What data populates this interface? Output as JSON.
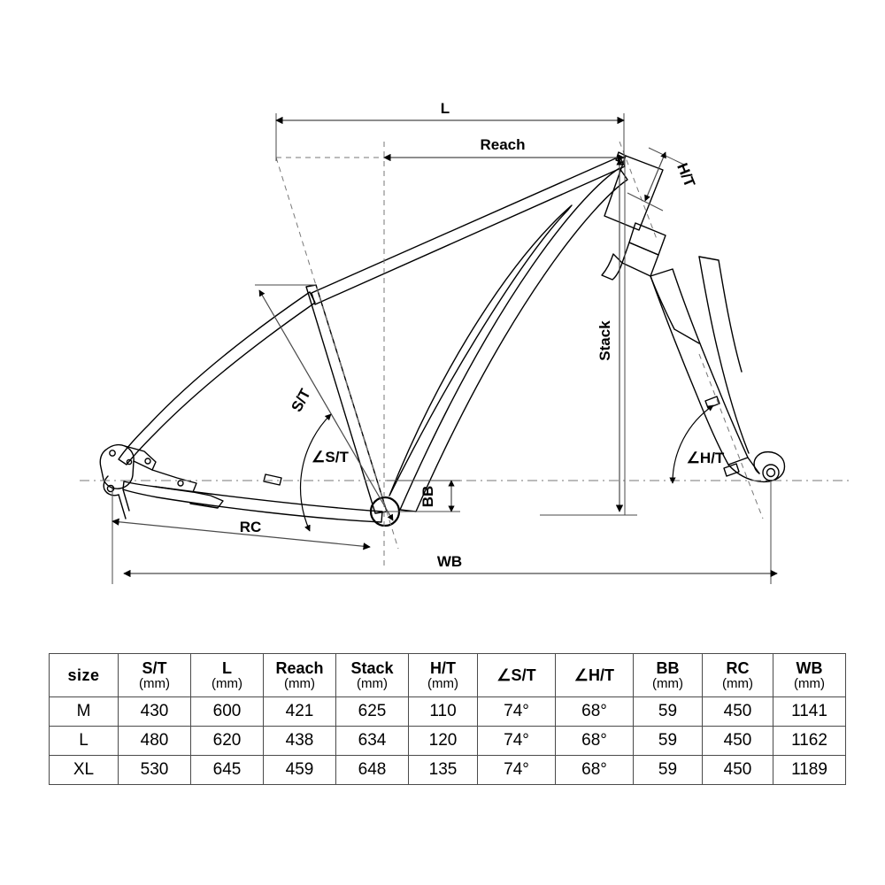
{
  "diagram": {
    "title": "bike-frame-geometry",
    "labels": {
      "l": "L",
      "reach": "Reach",
      "ht": "H/T",
      "stack": "Stack",
      "st": "S/T",
      "angle_st": "∠S/T",
      "angle_ht": "∠H/T",
      "bb": "BB",
      "rc": "RC",
      "wb": "WB"
    },
    "colors": {
      "line": "#000000",
      "dim_line": "#4a4a4a",
      "dashed": "#777777",
      "background": "#ffffff"
    }
  },
  "table": {
    "columns": [
      {
        "key": "size",
        "label": "size",
        "unit": ""
      },
      {
        "key": "st",
        "label": "S/T",
        "unit": "(mm)"
      },
      {
        "key": "l",
        "label": "L",
        "unit": "(mm)"
      },
      {
        "key": "reach",
        "label": "Reach",
        "unit": "(mm)"
      },
      {
        "key": "stack",
        "label": "Stack",
        "unit": "(mm)"
      },
      {
        "key": "ht",
        "label": "H/T",
        "unit": "(mm)"
      },
      {
        "key": "ast",
        "label": "∠S/T",
        "unit": ""
      },
      {
        "key": "aht",
        "label": "∠H/T",
        "unit": ""
      },
      {
        "key": "bb",
        "label": "BB",
        "unit": "(mm)"
      },
      {
        "key": "rc",
        "label": "RC",
        "unit": "(mm)"
      },
      {
        "key": "wb",
        "label": "WB",
        "unit": "(mm)"
      }
    ],
    "rows": [
      {
        "size": "M",
        "st": "430",
        "l": "600",
        "reach": "421",
        "stack": "625",
        "ht": "110",
        "ast": "74°",
        "aht": "68°",
        "bb": "59",
        "rc": "450",
        "wb": "1141"
      },
      {
        "size": "L",
        "st": "480",
        "l": "620",
        "reach": "438",
        "stack": "634",
        "ht": "120",
        "ast": "74°",
        "aht": "68°",
        "bb": "59",
        "rc": "450",
        "wb": "1162"
      },
      {
        "size": "XL",
        "st": "530",
        "l": "645",
        "reach": "459",
        "stack": "648",
        "ht": "135",
        "ast": "74°",
        "aht": "68°",
        "bb": "59",
        "rc": "450",
        "wb": "1189"
      }
    ]
  }
}
